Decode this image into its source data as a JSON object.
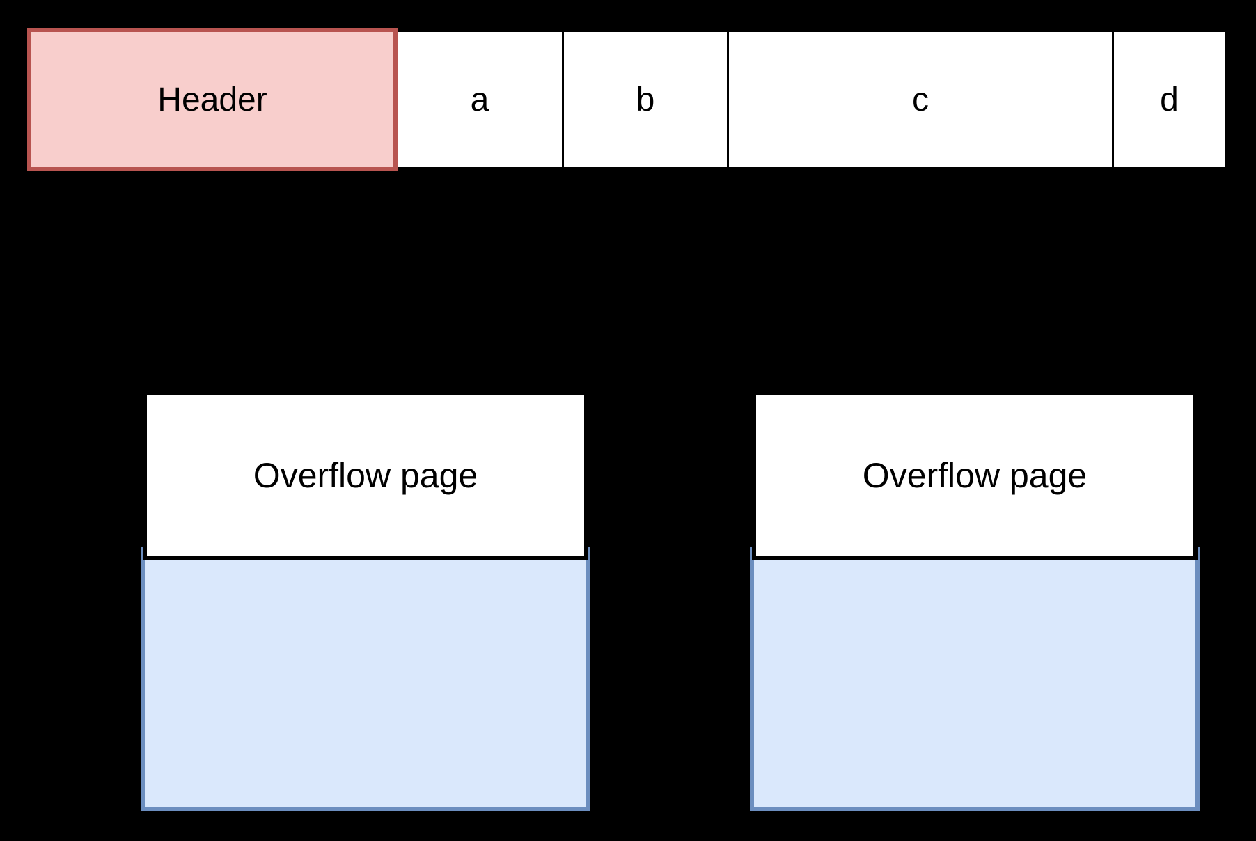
{
  "canvas": {
    "background": "#000000"
  },
  "colors": {
    "header_fill": "#f8cecc",
    "header_stroke": "#b85450",
    "cell_fill": "#ffffff",
    "cell_stroke": "#000000",
    "overflow_fill": "#ffffff",
    "overflow_stroke": "#000000",
    "reserved_fill": "#dae8fc",
    "reserved_stroke": "#6c8ebf",
    "text": "#000000"
  },
  "header_row": {
    "cells": [
      {
        "label": "Header"
      },
      {
        "label": "a"
      },
      {
        "label": "b"
      },
      {
        "label": "c"
      },
      {
        "label": "d"
      }
    ]
  },
  "overflow_pages": [
    {
      "label": "Overflow page"
    },
    {
      "label": "Overflow page"
    }
  ]
}
